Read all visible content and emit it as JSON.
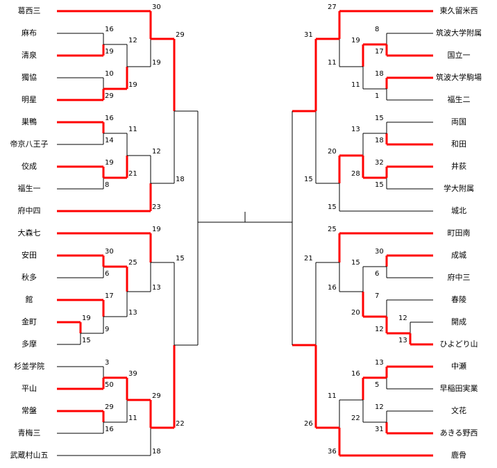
{
  "colors": {
    "winner_line": "#ff0000",
    "loser_line": "#000000",
    "background": "#ffffff"
  },
  "left_teams": [
    "葛西三",
    "麻布",
    "清泉",
    "獨協",
    "明星",
    "巣鴨",
    "帝京八王子",
    "佼成",
    "福生一",
    "府中四",
    "大森七",
    "安田",
    "秋多",
    "館",
    "金町",
    "多摩",
    "杉並学院",
    "平山",
    "常盤",
    "青梅三",
    "武蔵村山五"
  ],
  "right_teams": [
    "東久留米西",
    "筑波大学附属",
    "国立一",
    "筑波大学駒場",
    "福生二",
    "両国",
    "和田",
    "井荻",
    "学大附属",
    "城北",
    "町田南",
    "成城",
    "府中三",
    "春陵",
    "開成",
    "ひよどり山",
    "中瀬",
    "早稲田実業",
    "文花",
    "あきる野西",
    "鹿骨"
  ],
  "scores": {
    "left": {
      "r1": [
        [
          "16",
          "19"
        ],
        [
          "10",
          "29"
        ],
        [
          "16",
          "14"
        ],
        [
          "19",
          "8"
        ],
        [
          "30",
          "6"
        ],
        [
          "17",
          "9"
        ],
        [
          "19",
          "15"
        ],
        [
          "3",
          "50"
        ],
        [
          "29",
          "16"
        ]
      ],
      "r2": [
        [
          "12",
          "19"
        ],
        [
          "11",
          "21"
        ],
        [
          "25",
          "13"
        ],
        [
          "39",
          "11"
        ]
      ],
      "r3": [
        [
          "30",
          "19"
        ],
        [
          "12",
          "23"
        ],
        [
          "19",
          "13"
        ],
        [
          "29",
          "18"
        ]
      ],
      "r4": [
        [
          "29",
          "18"
        ],
        [
          "15",
          "22"
        ]
      ]
    },
    "right": {
      "r1": [
        [
          "8",
          "17"
        ],
        [
          "18",
          "1"
        ],
        [
          "15",
          "18"
        ],
        [
          "32",
          "15"
        ],
        [
          "30",
          "6"
        ],
        [
          "7",
          "12"
        ],
        [
          "12",
          "13"
        ],
        [
          "13",
          "5"
        ],
        [
          "12",
          "31"
        ]
      ],
      "r2": [
        [
          "19",
          "11"
        ],
        [
          "13",
          "28"
        ],
        [
          "15",
          "20"
        ],
        [
          "16",
          "22"
        ]
      ],
      "r3": [
        [
          "27",
          "11"
        ],
        [
          "20",
          "15"
        ],
        [
          "25",
          "16"
        ],
        [
          "11",
          "36"
        ]
      ],
      "r4": [
        [
          "31",
          "15"
        ],
        [
          "21",
          "26"
        ]
      ]
    }
  }
}
